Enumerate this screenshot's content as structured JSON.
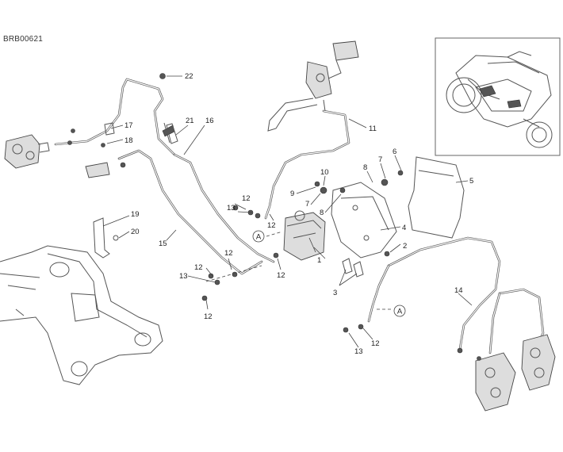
{
  "drawing_code": "BRB00621",
  "reference_marks": [
    "A",
    "A"
  ],
  "callouts": [
    "1",
    "2",
    "3",
    "4",
    "5",
    "6",
    "7",
    "8",
    "9",
    "10",
    "11",
    "12",
    "13",
    "14",
    "15",
    "16",
    "17",
    "18",
    "19",
    "20",
    "21",
    "22"
  ]
}
